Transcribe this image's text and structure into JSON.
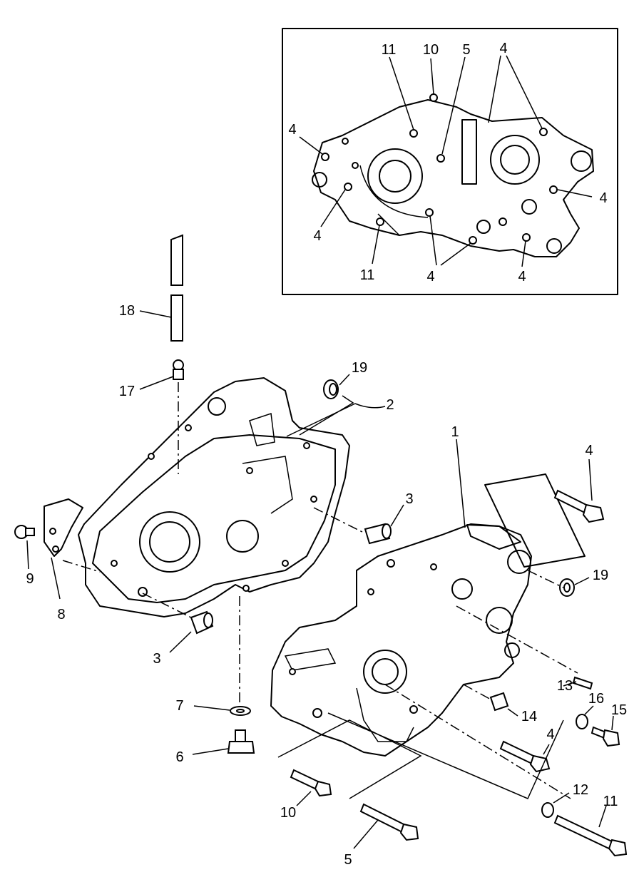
{
  "inset": {
    "callouts": [
      "11",
      "10",
      "5",
      "4",
      "4",
      "4",
      "4",
      "11",
      "4",
      "4"
    ]
  },
  "parts": {
    "p18": "18",
    "p17": "17",
    "p19a": "19",
    "p2": "2",
    "p1": "1",
    "p4a": "4",
    "p3a": "3",
    "p19b": "19",
    "p9": "9",
    "p8": "8",
    "p3b": "3",
    "p13": "13",
    "p16": "16",
    "p15": "15",
    "p7": "7",
    "p14": "14",
    "p6": "6",
    "p4b": "4",
    "p10": "10",
    "p12": "12",
    "p11": "11",
    "p5": "5"
  }
}
